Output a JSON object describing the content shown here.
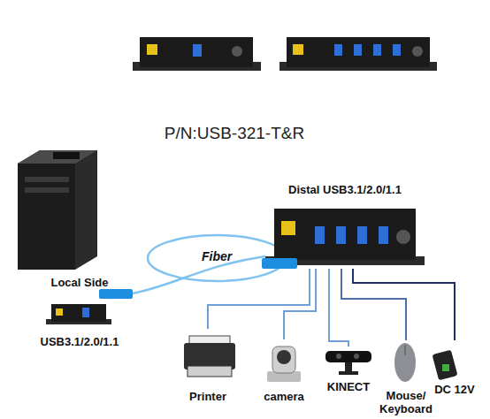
{
  "diagram": {
    "title": "P/N:USB-321-T&R",
    "nodes": [
      {
        "text": [
          "Distal USB3.1/2.0/1.1"
        ]
      },
      {
        "text": [
          "Local Side",
          "USB3.1/2.0/1.1"
        ]
      },
      {
        "text": [
          "Printer"
        ]
      },
      {
        "text": [
          "camera"
        ]
      },
      {
        "text": [
          "KINECT"
        ]
      },
      {
        "text": [
          "Mouse/ Keyboard"
        ]
      },
      {
        "text": [
          "DC 12V"
        ]
      }
    ],
    "edges": [
      {
        "from": 1,
        "to": 0,
        "label": "Fiber",
        "arrow": "none"
      },
      {
        "from": 0,
        "to": 2,
        "arrow": "none"
      },
      {
        "from": 0,
        "to": 3,
        "arrow": "none"
      },
      {
        "from": 0,
        "to": 4,
        "arrow": "none"
      },
      {
        "from": 0,
        "to": 5,
        "arrow": "none"
      },
      {
        "from": 0,
        "to": 6,
        "arrow": "none"
      }
    ]
  }
}
